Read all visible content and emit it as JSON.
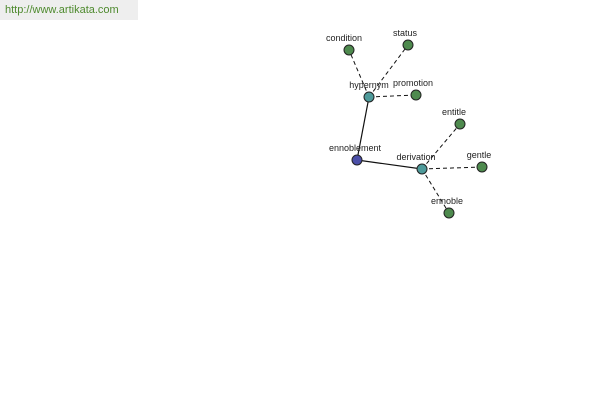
{
  "banner": {
    "url_text": "http://www.artikata.com"
  },
  "colors": {
    "root": "#4b4fa8",
    "relation": "#4e9a9a",
    "leaf": "#4e8a4e",
    "banner_text": "#4e8a2e",
    "banner_bg": "#eeeeee"
  },
  "graph": {
    "nodes": [
      {
        "id": "ennoblement",
        "label": "ennoblement",
        "kind": "root"
      },
      {
        "id": "hypernym",
        "label": "hypernym",
        "kind": "relation"
      },
      {
        "id": "derivation",
        "label": "derivation",
        "kind": "relation"
      },
      {
        "id": "condition",
        "label": "condition",
        "kind": "leaf"
      },
      {
        "id": "status",
        "label": "status",
        "kind": "leaf"
      },
      {
        "id": "promotion",
        "label": "promotion",
        "kind": "leaf"
      },
      {
        "id": "entitle",
        "label": "entitle",
        "kind": "leaf"
      },
      {
        "id": "gentle",
        "label": "gentle",
        "kind": "leaf"
      },
      {
        "id": "ennoble",
        "label": "ennoble",
        "kind": "leaf"
      }
    ],
    "edges": [
      {
        "from": "ennoblement",
        "to": "hypernym",
        "style": "solid"
      },
      {
        "from": "ennoblement",
        "to": "derivation",
        "style": "solid"
      },
      {
        "from": "hypernym",
        "to": "condition",
        "style": "dashed"
      },
      {
        "from": "hypernym",
        "to": "status",
        "style": "dashed"
      },
      {
        "from": "hypernym",
        "to": "promotion",
        "style": "dashed"
      },
      {
        "from": "derivation",
        "to": "entitle",
        "style": "dashed"
      },
      {
        "from": "derivation",
        "to": "gentle",
        "style": "dashed"
      },
      {
        "from": "derivation",
        "to": "ennoble",
        "style": "dashed"
      }
    ]
  }
}
